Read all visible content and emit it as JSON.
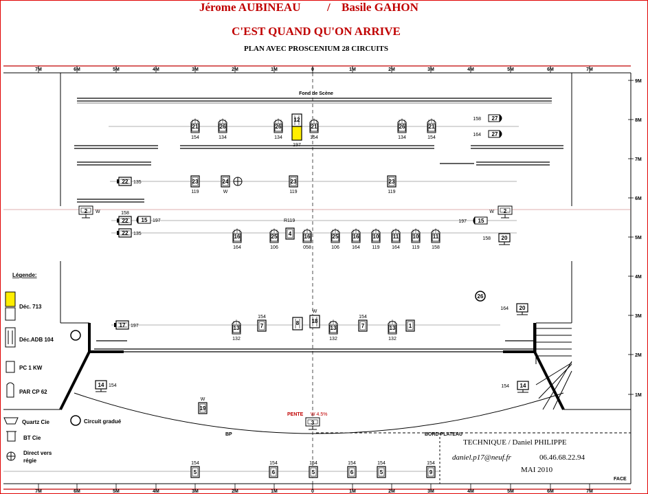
{
  "header": {
    "authors_left": "Jérome AUBINEAU",
    "separator": "/",
    "authors_right": "Basile GAHON",
    "show_title": "C'EST QUAND QU'ON ARRIVE",
    "subtitle": "PLAN AVEC PROSCENIUM   28 CIRCUITS"
  },
  "ruler": {
    "top_labels": [
      "7M",
      "6M",
      "5M",
      "4M",
      "3M",
      "2M",
      "1M",
      "0",
      "1M",
      "2M",
      "3M",
      "4M",
      "5M",
      "6M",
      "7M"
    ],
    "right_labels": [
      "9M",
      "8M",
      "7M",
      "6M",
      "5M",
      "4M",
      "3M",
      "2M",
      "1M"
    ]
  },
  "labels": {
    "fond_de_scene": "Fond de Scène",
    "pente": "PENTE",
    "pente_value": "W   4.5%",
    "bp": "BP",
    "bord_plateau": "BORD PLATEAU",
    "face": "FACE",
    "r119": "R119"
  },
  "legend": {
    "title": "Légende:",
    "dec713": "Déc. 713",
    "dec_adb": "Déc.ADB 104",
    "pc": "PC 1 KW",
    "par": "PAR CP 62",
    "quartz": "Quartz Cie",
    "bt": "BT Cie",
    "direct": "Direct vers régie",
    "direct_l1": "Direct vers",
    "direct_l2": "régie",
    "circuit_gradue": "Circuit gradué"
  },
  "tech": {
    "line1": "TECHNIQUE / Daniel PHILIPPE",
    "email": "daniel.p17@neuf.fr",
    "phone": "06.46.68.22.94",
    "date": "MAI 2010"
  },
  "fixtures": [
    {
      "type": "par",
      "circuit": "21",
      "gel": "154"
    },
    {
      "type": "par",
      "circuit": "26",
      "gel": "134"
    },
    {
      "type": "par",
      "circuit": "26",
      "gel": "134"
    },
    {
      "type": "dec",
      "circuit": "12",
      "gel": ""
    },
    {
      "type": "dec713",
      "circuit": "",
      "gel": "197"
    },
    {
      "type": "par",
      "circuit": "21",
      "gel": "154"
    },
    {
      "type": "par",
      "circuit": "26",
      "gel": "134"
    },
    {
      "type": "par",
      "circuit": "21",
      "gel": "154"
    },
    {
      "type": "parh",
      "circuit": "27",
      "gel": "158"
    },
    {
      "type": "parh",
      "circuit": "27",
      "gel": "164"
    },
    {
      "type": "dech",
      "circuit": "22",
      "gel": "135"
    },
    {
      "type": "pc",
      "circuit": "23",
      "gel": "119"
    },
    {
      "type": "pc",
      "circuit": "24",
      "gel": "W"
    },
    {
      "type": "pc",
      "circuit": "23",
      "gel": "119"
    },
    {
      "type": "pc",
      "circuit": "23",
      "gel": "119"
    },
    {
      "type": "quartz",
      "circuit": "2",
      "gel": "W"
    },
    {
      "type": "quartz",
      "circuit": "2",
      "gel": "W"
    },
    {
      "type": "dech",
      "circuit": "22",
      "gel": "158"
    },
    {
      "type": "pch",
      "circuit": "15",
      "gel": "197"
    },
    {
      "type": "pch",
      "circuit": "15",
      "gel": "197"
    },
    {
      "type": "dech",
      "circuit": "22",
      "gel": "135"
    },
    {
      "type": "par",
      "circuit": "16",
      "gel": "164"
    },
    {
      "type": "par",
      "circuit": "25",
      "gel": "106"
    },
    {
      "type": "pc",
      "circuit": "4",
      "gel": ""
    },
    {
      "type": "par",
      "circuit": "16",
      "gel": "058"
    },
    {
      "type": "par",
      "circuit": "25",
      "gel": "106"
    },
    {
      "type": "par",
      "circuit": "16",
      "gel": "164"
    },
    {
      "type": "par",
      "circuit": "10",
      "gel": "119"
    },
    {
      "type": "par",
      "circuit": "11",
      "gel": "164"
    },
    {
      "type": "par",
      "circuit": "10",
      "gel": "119"
    },
    {
      "type": "par",
      "circuit": "11",
      "gel": "158"
    },
    {
      "type": "bt",
      "circuit": "20",
      "gel": "158"
    },
    {
      "type": "circle",
      "circuit": "26",
      "gel": ""
    },
    {
      "type": "bt",
      "circuit": "20",
      "gel": "164"
    },
    {
      "type": "dech",
      "circuit": "17",
      "gel": "197"
    },
    {
      "type": "par",
      "circuit": "13",
      "gel": "132"
    },
    {
      "type": "pc",
      "circuit": "7",
      "gel": "154"
    },
    {
      "type": "dec",
      "circuit": "8",
      "gel": ""
    },
    {
      "type": "dec",
      "circuit": "18",
      "gel": "W"
    },
    {
      "type": "par",
      "circuit": "13",
      "gel": "132"
    },
    {
      "type": "pc",
      "circuit": "7",
      "gel": "154"
    },
    {
      "type": "par",
      "circuit": "13",
      "gel": "132"
    },
    {
      "type": "pc",
      "circuit": "1",
      "gel": ""
    },
    {
      "type": "bt",
      "circuit": "14",
      "gel": "154"
    },
    {
      "type": "bt",
      "circuit": "14",
      "gel": "154"
    },
    {
      "type": "pc",
      "circuit": "19",
      "gel": "W"
    },
    {
      "type": "quartz",
      "circuit": "3",
      "gel": ""
    },
    {
      "type": "pc",
      "circuit": "5",
      "gel": "154"
    },
    {
      "type": "pc",
      "circuit": "6",
      "gel": "154"
    },
    {
      "type": "pc",
      "circuit": "5",
      "gel": "154"
    },
    {
      "type": "pc",
      "circuit": "6",
      "gel": "154"
    },
    {
      "type": "pc",
      "circuit": "5",
      "gel": "154"
    },
    {
      "type": "pc",
      "circuit": "9",
      "gel": "154"
    }
  ]
}
